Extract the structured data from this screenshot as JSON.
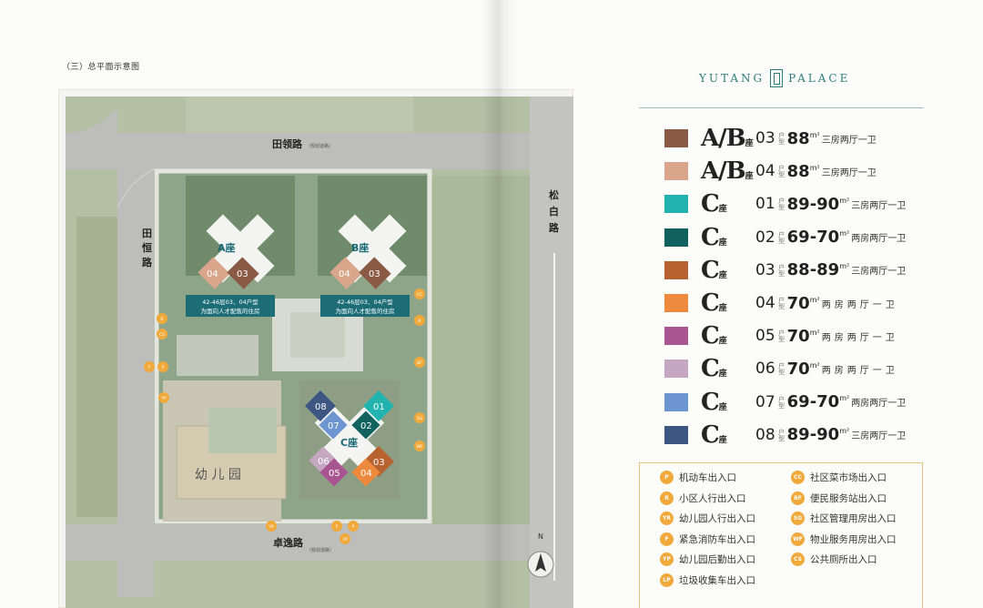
{
  "section_title": "（三）总平面示意图",
  "brand": {
    "left": "YUTANG",
    "right": "PALACE"
  },
  "roads": {
    "north": "田领路",
    "north_note": "（规划道路）",
    "west": [
      "田",
      "恒",
      "路"
    ],
    "east": [
      "松",
      "白",
      "路"
    ],
    "south": "卓逸路",
    "south_note": "（规划道路）"
  },
  "buildings": {
    "a": "A座",
    "b": "B座",
    "c": "C座",
    "kindergarten": "幼 儿 园",
    "note_a": [
      "42-46层03、04户型",
      "为面向人才配售的住房"
    ],
    "note_b": [
      "42-46层03、04户型",
      "为面向人才配售的住房"
    ]
  },
  "units_map": {
    "a03": "03",
    "a04": "04",
    "b03": "03",
    "b04": "04",
    "c01": "01",
    "c02": "02",
    "c03": "03",
    "c04": "04",
    "c05": "05",
    "c06": "06",
    "c07": "07",
    "c08": "08"
  },
  "north_arrow": "N",
  "map_badges": [
    "CC",
    "R",
    "BF",
    "SG",
    "WF",
    "R",
    "CS",
    "F",
    "P",
    "YP",
    "YR",
    "F",
    "P",
    "LP"
  ],
  "unit_types": [
    {
      "building": "A/B",
      "suffix": "座",
      "unit": "03",
      "tag": "户型",
      "area": "88",
      "unit_sym": "m²",
      "desc": "三房两厅一卫",
      "color": "#8b5a45",
      "wide": false
    },
    {
      "building": "A/B",
      "suffix": "座",
      "unit": "04",
      "tag": "户型",
      "area": "88",
      "unit_sym": "m²",
      "desc": "三房两厅一卫",
      "color": "#d9a68c",
      "wide": false
    },
    {
      "building": "C",
      "suffix": "座",
      "unit": "01",
      "tag": "户型",
      "area": "89-90",
      "unit_sym": "m²",
      "desc": "三房两厅一卫",
      "color": "#22b3b0",
      "wide": false
    },
    {
      "building": "C",
      "suffix": "座",
      "unit": "02",
      "tag": "户型",
      "area": "69-70",
      "unit_sym": "m²",
      "desc": "两房两厅一卫",
      "color": "#11615f",
      "wide": false
    },
    {
      "building": "C",
      "suffix": "座",
      "unit": "03",
      "tag": "户型",
      "area": "88-89",
      "unit_sym": "m²",
      "desc": "三房两厅一卫",
      "color": "#b8622f",
      "wide": false
    },
    {
      "building": "C",
      "suffix": "座",
      "unit": "04",
      "tag": "户型",
      "area": "70",
      "unit_sym": "m²",
      "desc": "两房两厅一卫",
      "color": "#ee8a3e",
      "wide": true
    },
    {
      "building": "C",
      "suffix": "座",
      "unit": "05",
      "tag": "户型",
      "area": "70",
      "unit_sym": "m²",
      "desc": "两房两厅一卫",
      "color": "#a85592",
      "wide": true
    },
    {
      "building": "C",
      "suffix": "座",
      "unit": "06",
      "tag": "户型",
      "area": "70",
      "unit_sym": "m²",
      "desc": "两房两厅一卫",
      "color": "#c6a7c2",
      "wide": true
    },
    {
      "building": "C",
      "suffix": "座",
      "unit": "07",
      "tag": "户型",
      "area": "69-70",
      "unit_sym": "m²",
      "desc": "两房两厅一卫",
      "color": "#6d95cf",
      "wide": false
    },
    {
      "building": "C",
      "suffix": "座",
      "unit": "08",
      "tag": "户型",
      "area": "89-90",
      "unit_sym": "m²",
      "desc": "三房两厅一卫",
      "color": "#3e5782",
      "wide": false
    }
  ],
  "entrances_left": [
    {
      "code": "P",
      "label": "机动车出入口"
    },
    {
      "code": "R",
      "label": "小区人行出入口"
    },
    {
      "code": "YR",
      "label": "幼儿园人行出入口"
    },
    {
      "code": "F",
      "label": "紧急消防车出入口"
    },
    {
      "code": "YP",
      "label": "幼儿园后勤出入口"
    },
    {
      "code": "LP",
      "label": "垃圾收集车出入口"
    }
  ],
  "entrances_right": [
    {
      "code": "CC",
      "label": "社区菜市场出入口"
    },
    {
      "code": "BF",
      "label": "便民服务站出入口"
    },
    {
      "code": "SG",
      "label": "社区管理用房出入口"
    },
    {
      "code": "WF",
      "label": "物业服务用房出入口"
    },
    {
      "code": "CS",
      "label": "公共厕所出入口"
    }
  ]
}
